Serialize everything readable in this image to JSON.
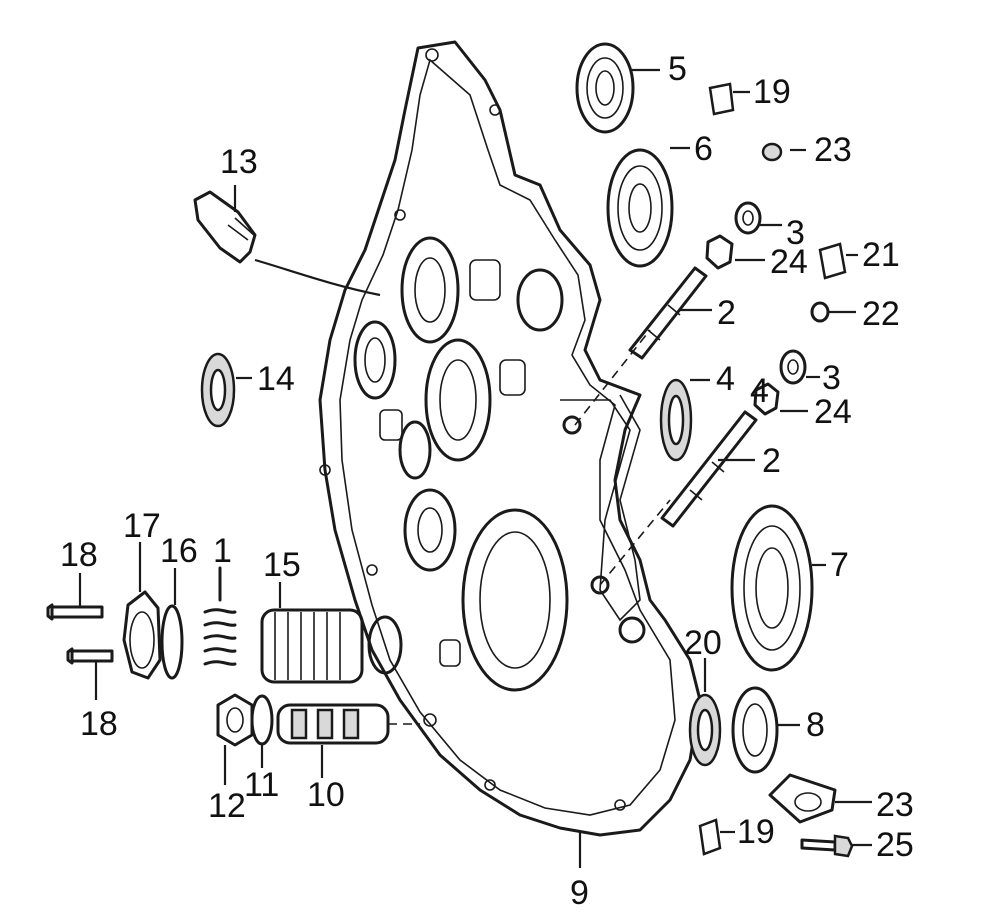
{
  "callouts": {
    "c1": "1",
    "c2a": "2",
    "c2b": "2",
    "c3a": "3",
    "c3b": "3",
    "c4a": "4",
    "c4b": "4",
    "c5": "5",
    "c6": "6",
    "c7": "7",
    "c8": "8",
    "c9": "9",
    "c10": "10",
    "c11": "11",
    "c12": "12",
    "c13": "13",
    "c14": "14",
    "c15": "15",
    "c16": "16",
    "c17": "17",
    "c18a": "18",
    "c18b": "18",
    "c19a": "19",
    "c19b": "19",
    "c20": "20",
    "c21": "21",
    "c22": "22",
    "c23a": "23",
    "c23b": "23",
    "c24a": "24",
    "c24b": "24",
    "c25": "25"
  },
  "colors": {
    "line": "#1a1a1a",
    "text": "#111111",
    "background": "#ffffff",
    "shade": "#d9d9d9"
  }
}
